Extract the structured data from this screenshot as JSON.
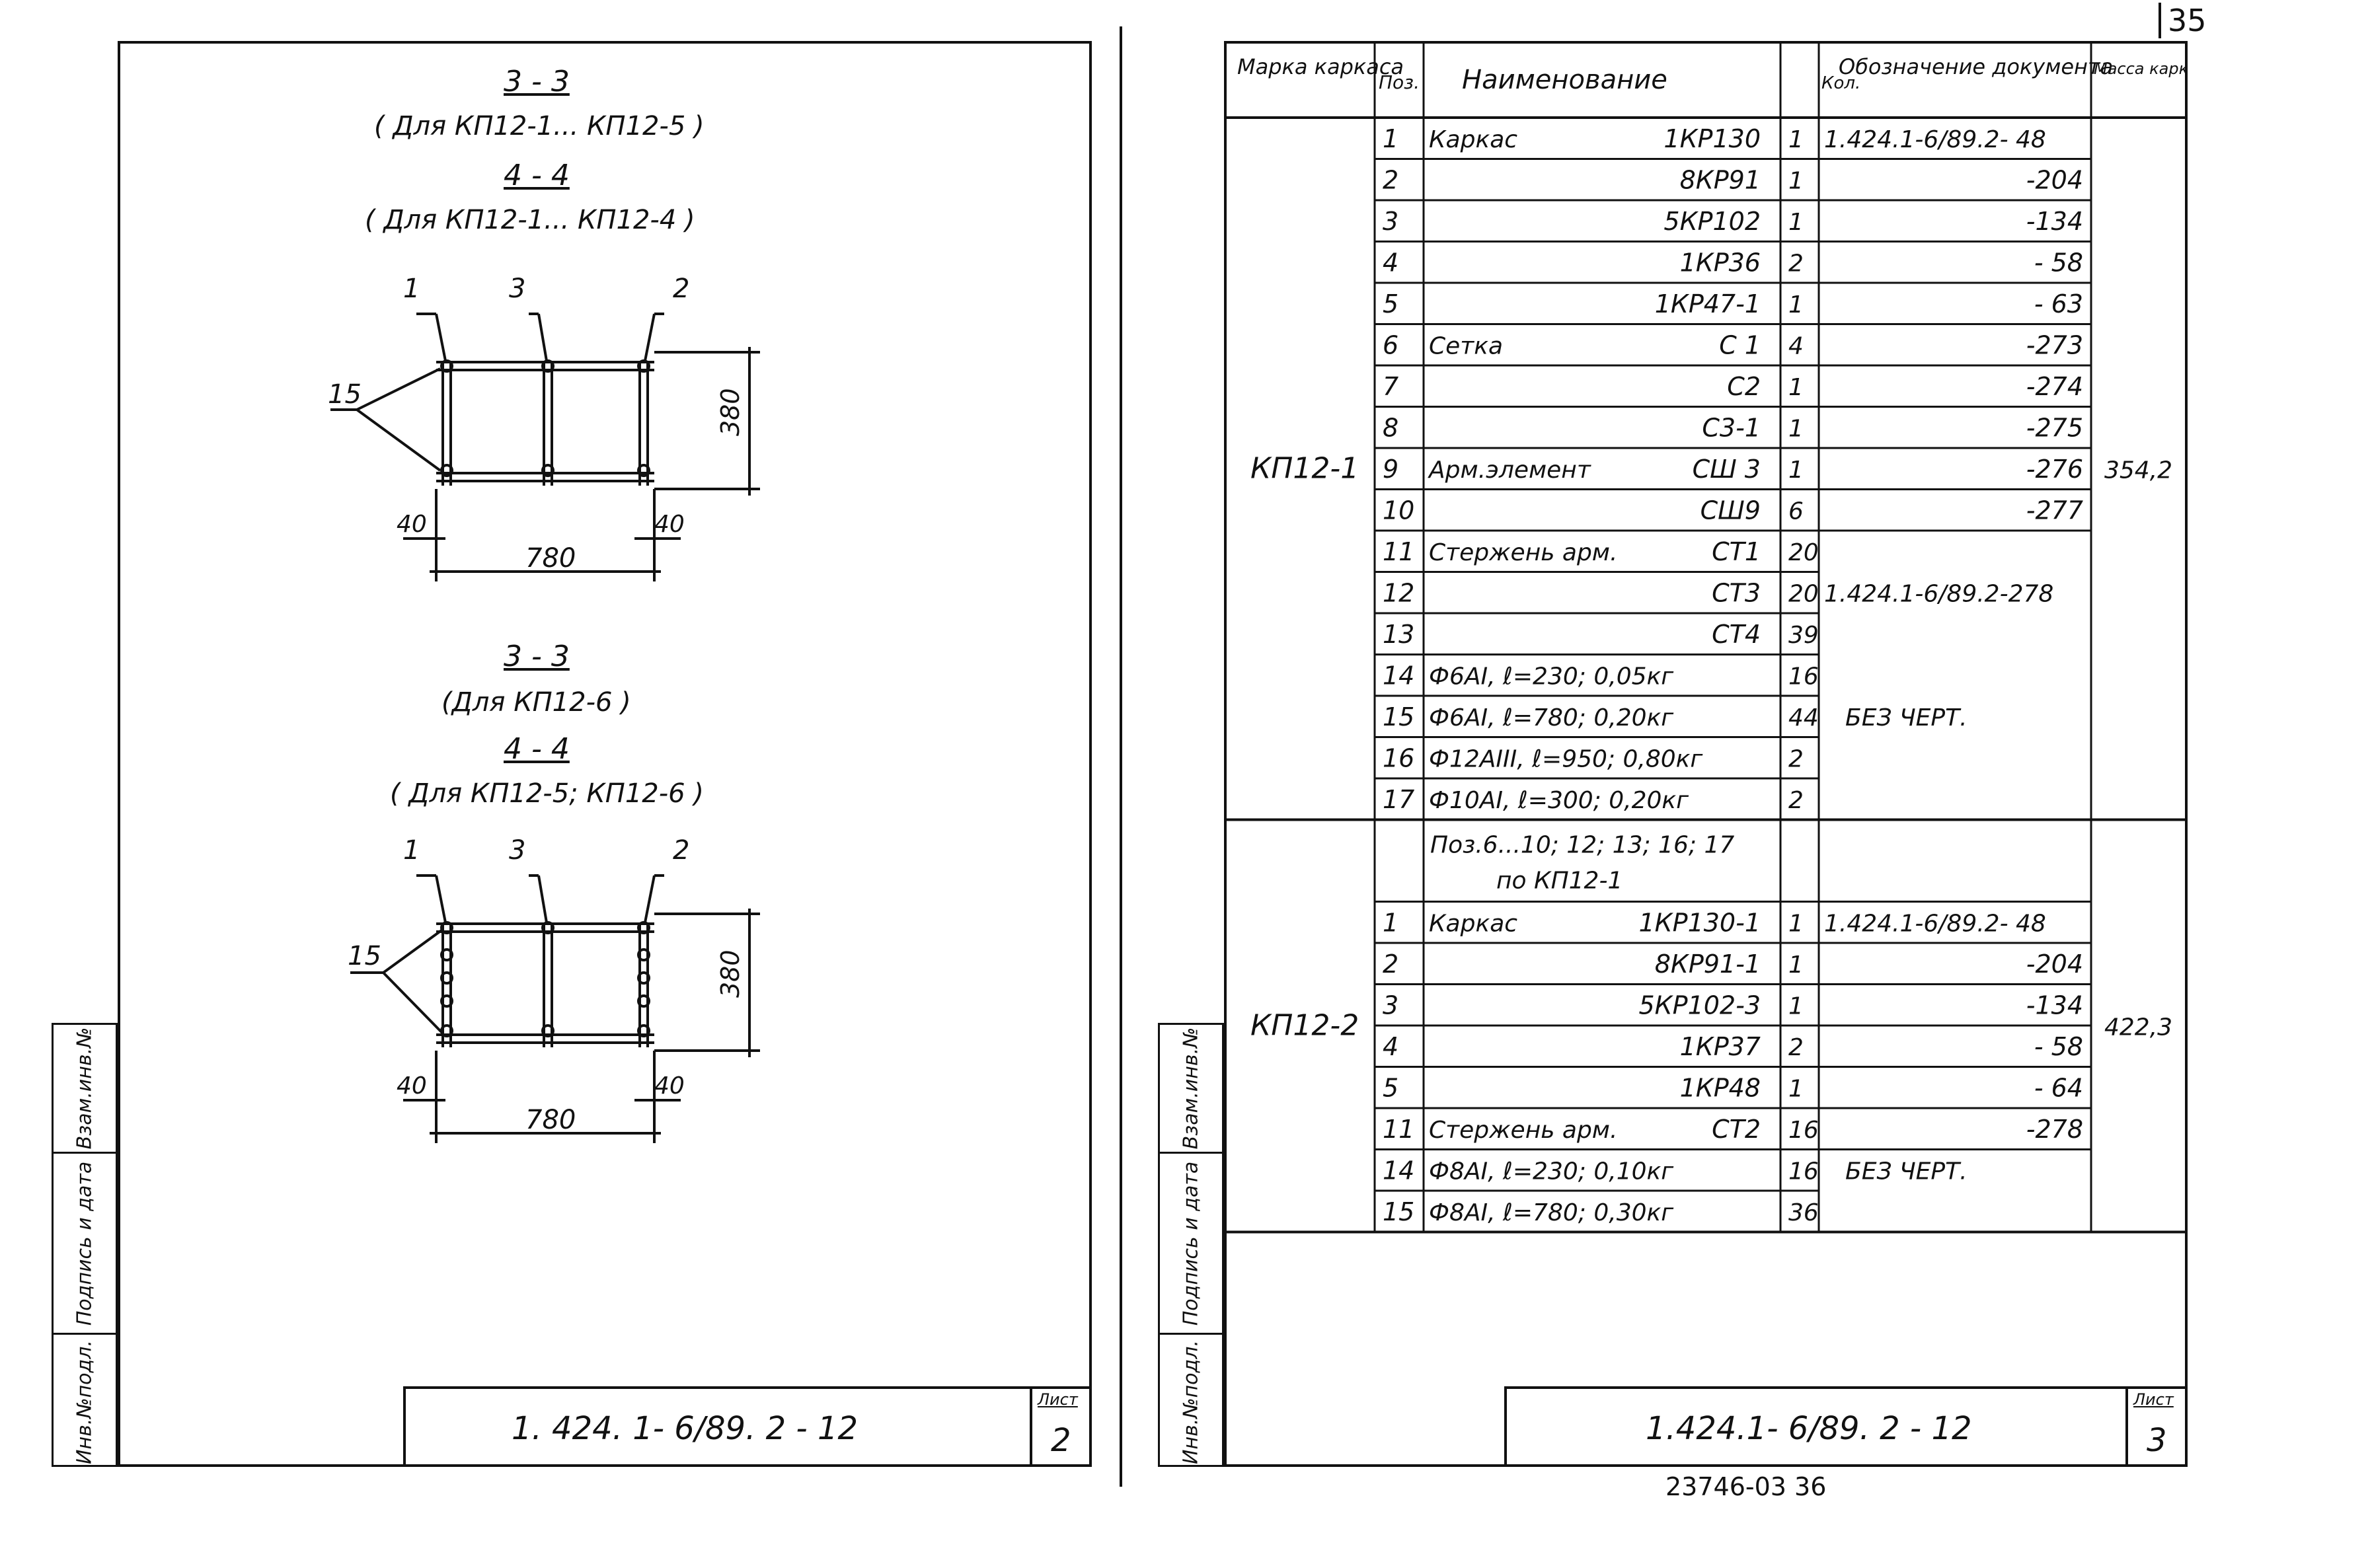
{
  "page_number_top": "35",
  "footer_stamp": "23746-03   36",
  "side_labels": [
    "Инв.№подл.",
    "Подпись и дата",
    "Взам.инв.№"
  ],
  "left_sheet": {
    "section_a": {
      "title": "3 - 3",
      "subtitle": "( Для КП12-1... КП12-5 )",
      "title2": "4 - 4",
      "subtitle2": "( Для КП12-1... КП12-4 )"
    },
    "section_b": {
      "title": "3 - 3",
      "subtitle": "(Для КП12-6 )",
      "title2": "4 - 4",
      "subtitle2": "( Для КП12-5; КП12-6 )"
    },
    "drawing_labels": {
      "pos1": "1",
      "pos3": "3",
      "pos2": "2",
      "pos15": "15",
      "dim_width": "780",
      "dim_height": "380",
      "dim_offset": "40"
    },
    "stamp_code": "1. 424. 1- 6/89. 2 - 12",
    "sheet_label": "Лист",
    "sheet_number": "2"
  },
  "right_sheet": {
    "headers": [
      "Марка каркаса",
      "Поз.",
      "Наименование",
      "Кол.",
      "Обозначение документа",
      "Масса каркаса, кг"
    ],
    "groups": [
      {
        "mark": "КП12-1",
        "mass": "354,2",
        "rows": [
          {
            "pos": "1",
            "name": "Каркас",
            "code": "1КР130",
            "qty": "1",
            "doc": "1.424.1-6/89.2- 48"
          },
          {
            "pos": "2",
            "name": "",
            "code": "8КР91",
            "qty": "1",
            "doc": "-204"
          },
          {
            "pos": "3",
            "name": "",
            "code": "5КР102",
            "qty": "1",
            "doc": "-134"
          },
          {
            "pos": "4",
            "name": "",
            "code": "1КР36",
            "qty": "2",
            "doc": "- 58"
          },
          {
            "pos": "5",
            "name": "",
            "code": "1КР47-1",
            "qty": "1",
            "doc": "- 63"
          },
          {
            "pos": "6",
            "name": "Сетка",
            "code": "С 1",
            "qty": "4",
            "doc": "-273"
          },
          {
            "pos": "7",
            "name": "",
            "code": "С2",
            "qty": "1",
            "doc": "-274"
          },
          {
            "pos": "8",
            "name": "",
            "code": "С3-1",
            "qty": "1",
            "doc": "-275"
          },
          {
            "pos": "9",
            "name": "Арм.элемент",
            "code": "СШ 3",
            "qty": "1",
            "doc": "-276"
          },
          {
            "pos": "10",
            "name": "",
            "code": "СШ9",
            "qty": "6",
            "doc": "-277"
          },
          {
            "pos": "11",
            "name": "Стержень арм.",
            "code": "СТ1",
            "qty": "20",
            "doc": ""
          },
          {
            "pos": "12",
            "name": "",
            "code": "СТ3",
            "qty": "20",
            "doc": "1.424.1-6/89.2-278"
          },
          {
            "pos": "13",
            "name": "",
            "code": "СТ4",
            "qty": "39",
            "doc": ""
          },
          {
            "pos": "14",
            "name": "Ф6АI, ℓ=230; 0,05кг",
            "code": "",
            "qty": "16",
            "doc": ""
          },
          {
            "pos": "15",
            "name": "Ф6АI, ℓ=780; 0,20кг",
            "code": "",
            "qty": "44",
            "doc": "БЕЗ ЧЕРТ."
          },
          {
            "pos": "16",
            "name": "Ф12АIII, ℓ=950; 0,80кг",
            "code": "",
            "qty": "2",
            "doc": ""
          },
          {
            "pos": "17",
            "name": "Ф10АI, ℓ=300; 0,20кг",
            "code": "",
            "qty": "2",
            "doc": ""
          }
        ]
      },
      {
        "mark": "КП12-2",
        "mass": "422,3",
        "note": [
          "Поз.6...10; 12; 13; 16; 17",
          "по КП12-1"
        ],
        "rows": [
          {
            "pos": "1",
            "name": "Каркас",
            "code": "1КР130-1",
            "qty": "1",
            "doc": "1.424.1-6/89.2- 48"
          },
          {
            "pos": "2",
            "name": "",
            "code": "8КР91-1",
            "qty": "1",
            "doc": "-204"
          },
          {
            "pos": "3",
            "name": "",
            "code": "5КР102-3",
            "qty": "1",
            "doc": "-134"
          },
          {
            "pos": "4",
            "name": "",
            "code": "1КР37",
            "qty": "2",
            "doc": "- 58"
          },
          {
            "pos": "5",
            "name": "",
            "code": "1КР48",
            "qty": "1",
            "doc": "- 64"
          },
          {
            "pos": "11",
            "name": "Стержень арм.",
            "code": "СТ2",
            "qty": "16",
            "doc": "-278"
          },
          {
            "pos": "14",
            "name": "Ф8АI, ℓ=230; 0,10кг",
            "code": "",
            "qty": "16",
            "doc": "БЕЗ ЧЕРТ."
          },
          {
            "pos": "15",
            "name": "Ф8АI, ℓ=780; 0,30кг",
            "code": "",
            "qty": "36",
            "doc": ""
          }
        ]
      }
    ],
    "stamp_code": "1.424.1- 6/89. 2 - 12",
    "sheet_label": "Лист",
    "sheet_number": "3"
  }
}
